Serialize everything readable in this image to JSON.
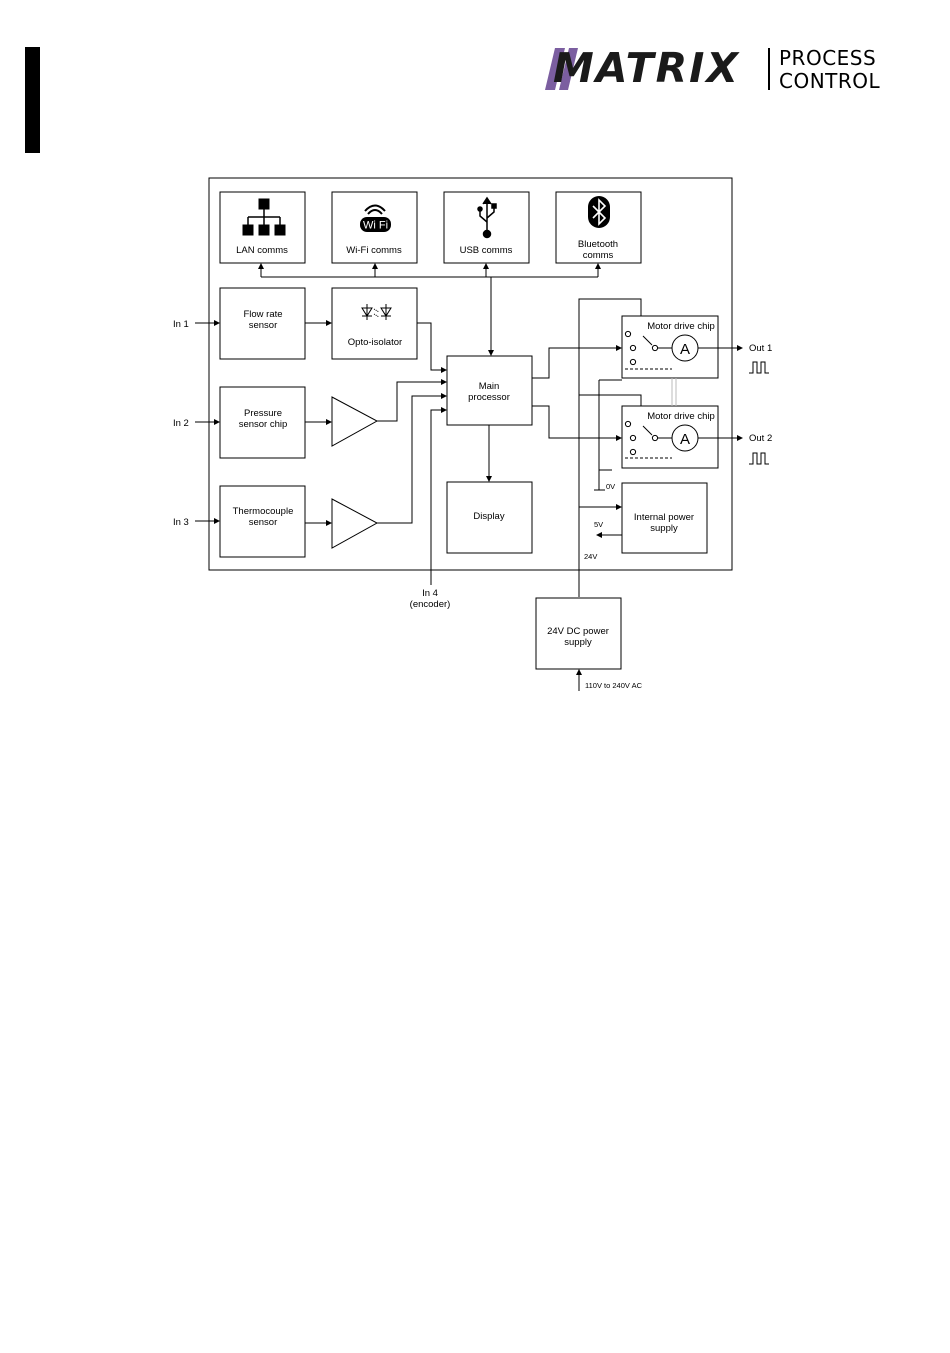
{
  "logo": {
    "brand": "MATRIX",
    "line1": "PROCESS",
    "line2": "CONTROL",
    "colors": {
      "stripes": "#7b5ea0",
      "text": "#1a1a1a"
    }
  },
  "comms": {
    "lan": "LAN comms",
    "wifi": "Wi-Fi comms",
    "wifi_badge": "Wi Fi",
    "usb": "USB comms",
    "bluetooth_1": "Bluetooth",
    "bluetooth_2": "comms"
  },
  "blocks": {
    "flow_1": "Flow rate",
    "flow_2": "sensor",
    "opto": "Opto-isolator",
    "pressure_1": "Pressure",
    "pressure_2": "sensor chip",
    "thermo_1": "Thermocouple",
    "thermo_2": "sensor",
    "main_1": "Main",
    "main_2": "processor",
    "display": "Display",
    "motor1": "Motor drive chip",
    "motor2": "Motor drive chip",
    "ammeter": "A",
    "internal_1": "Internal power",
    "internal_2": "supply",
    "dc_1": "24V DC power",
    "dc_2": "supply"
  },
  "io": {
    "in1": "In 1",
    "in2": "In 2",
    "in3": "In 3",
    "in4_1": "In 4",
    "in4_2": "(encoder)",
    "out1": "Out 1",
    "out2": "Out 2"
  },
  "power": {
    "v0": "0V",
    "v5": "5V",
    "v24": "24V",
    "ac": "110V to 240V AC"
  },
  "icons": [
    "lan-network-icon",
    "wifi-icon",
    "usb-icon",
    "bluetooth-icon",
    "led-icon",
    "pulse-wave-icon"
  ]
}
